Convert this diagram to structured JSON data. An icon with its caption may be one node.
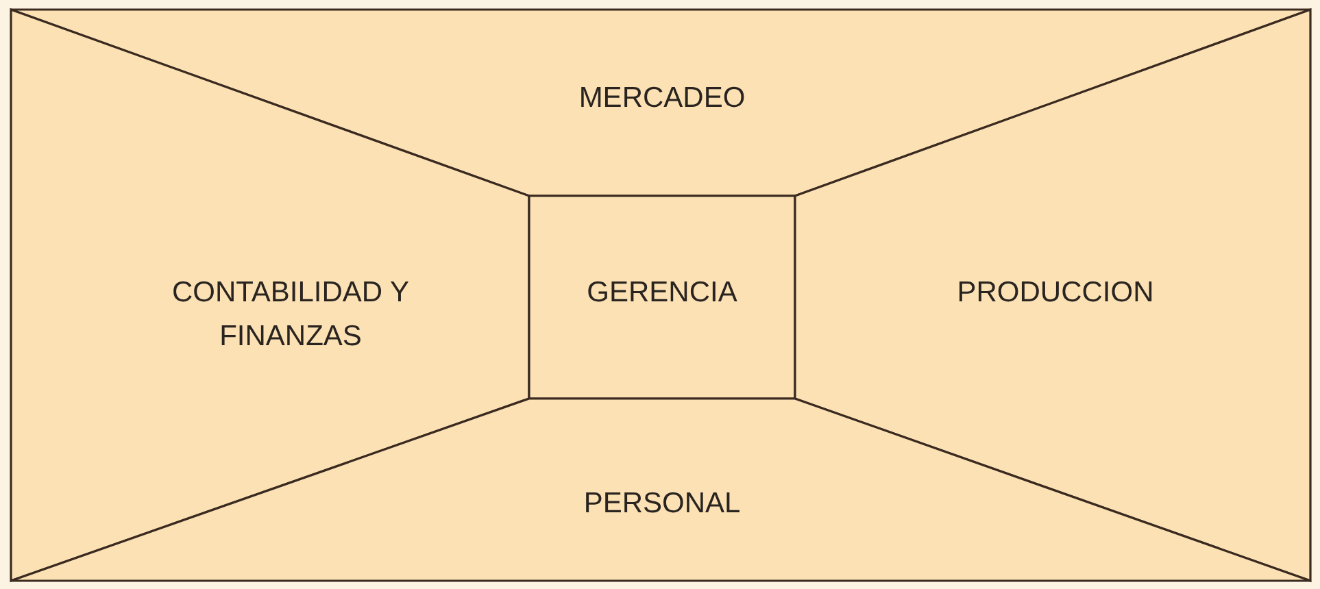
{
  "diagram": {
    "nodes": [
      {
        "text": [
          "MERCADEO"
        ]
      },
      {
        "text": [
          "CONTABILIDAD Y FINANZAS"
        ]
      },
      {
        "text": [
          "GERENCIA"
        ]
      },
      {
        "text": [
          "PRODUCCION"
        ]
      },
      {
        "text": [
          "PERSONAL"
        ]
      }
    ]
  }
}
